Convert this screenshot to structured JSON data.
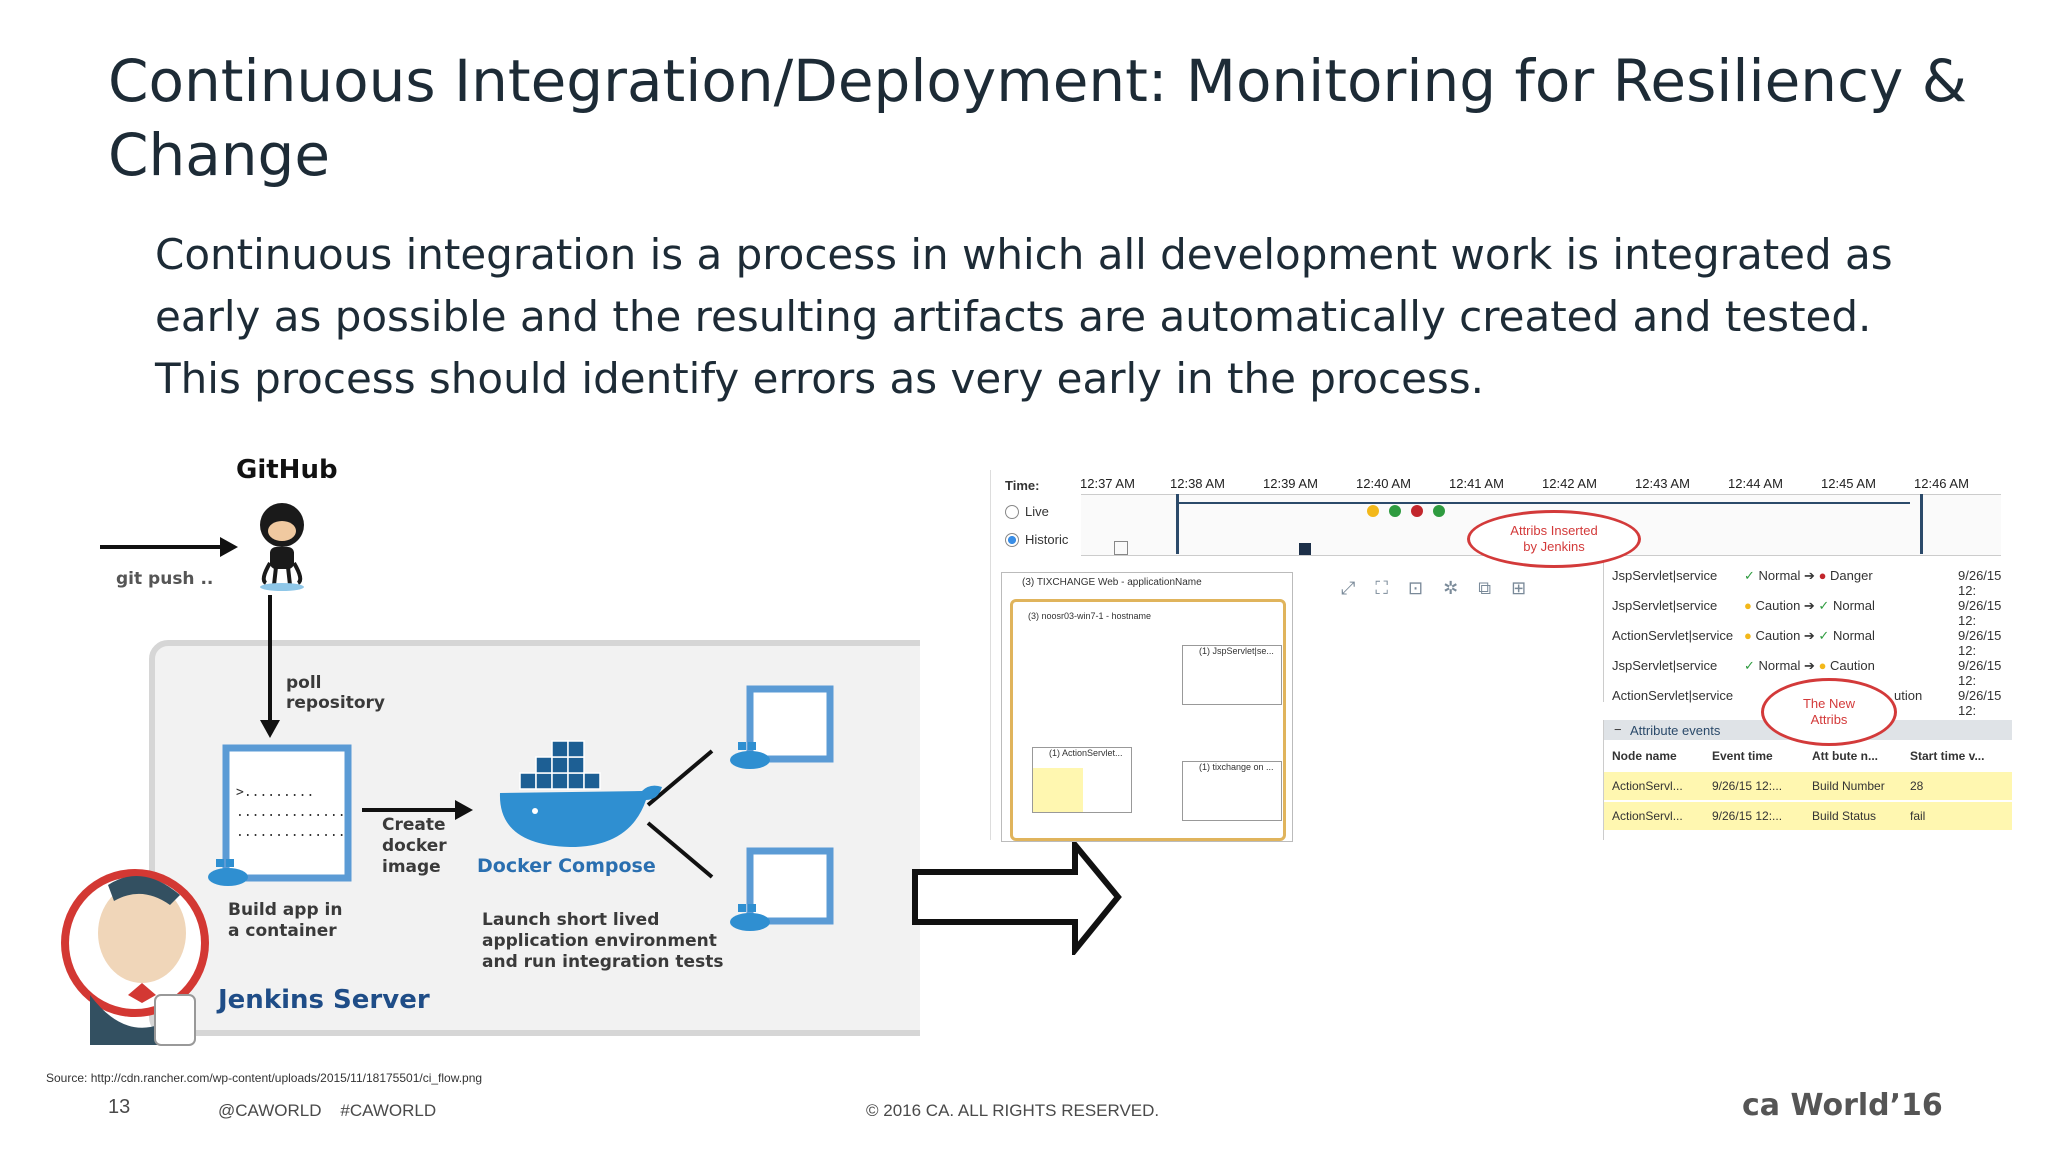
{
  "slide": {
    "title": "Continuous Integration/Deployment: Monitoring for Resiliency & Change",
    "body": "Continuous integration is a process in which all development work is integrated as early as possible and the resulting artifacts are automatically created and tested. This process should identify errors as very early in the process."
  },
  "diagram": {
    "github_label": "GitHub",
    "git_push": "git push ..",
    "poll": "poll\nrepository",
    "terminal_lines": [
      ">.........",
      "..............",
      ".............."
    ],
    "build_app": "Build app in\na container",
    "create_docker": "Create\ndocker\nimage",
    "docker_compose": "Docker Compose",
    "launch": "Launch short lived\napplication environment\nand run integration tests",
    "jenkins_server": "Jenkins Server"
  },
  "monitor": {
    "time_label": "Time:",
    "live": "Live",
    "historic": "Historic",
    "ticks": [
      "12:37 AM",
      "12:38 AM",
      "12:39 AM",
      "12:40 AM",
      "12:41 AM",
      "12:42 AM",
      "12:43 AM",
      "12:44 AM",
      "12:45 AM",
      "12:46 AM"
    ],
    "callout1": "Attribs Inserted\nby Jenkins",
    "callout2": "The New\nAttribs",
    "tree_root": "(3) TIXCHANGE Web - applicationName",
    "tree_host": "(3) noosr03-win7-1 - hostname",
    "node_jsp": "(1) JspServlet|se...",
    "node_action": "(1) ActionServlet...",
    "node_tix": "(1) tixchange on ...",
    "alerts": [
      {
        "name": "JspServlet|service",
        "from": "Normal",
        "to": "Danger",
        "time": "9/26/15 12:"
      },
      {
        "name": "JspServlet|service",
        "from": "Caution",
        "to": "Normal",
        "time": "9/26/15 12:"
      },
      {
        "name": "ActionServlet|service",
        "from": "Caution",
        "to": "Normal",
        "time": "9/26/15 12:"
      },
      {
        "name": "JspServlet|service",
        "from": "Normal",
        "to": "Caution",
        "time": "9/26/15 12:"
      },
      {
        "name": "ActionServlet|service",
        "from": "",
        "to": "ution",
        "time": "9/26/15 12:"
      }
    ],
    "attr_events_label": "Attribute events",
    "attr_headers": [
      "Node name",
      "Event time",
      "Att  bute n...",
      "Start time v..."
    ],
    "attr_rows": [
      [
        "ActionServl...",
        "9/26/15 12:...",
        "Build Number",
        "28"
      ],
      [
        "ActionServl...",
        "9/26/15 12:...",
        "Build Status",
        "fail"
      ]
    ]
  },
  "footer": {
    "source": "Source: http://cdn.rancher.com/wp-content/uploads/2015/11/18175501/ci_flow.png",
    "page": "13",
    "handles": "@CAWORLD    #CAWORLD",
    "copyright": "© 2016 CA. ALL RIGHTS RESERVED.",
    "logo": "ca World’16"
  },
  "colors": {
    "accent_blue": "#4a90d9",
    "callout_red": "#d33a3a",
    "highlight_yellow": "#fff7b0"
  }
}
